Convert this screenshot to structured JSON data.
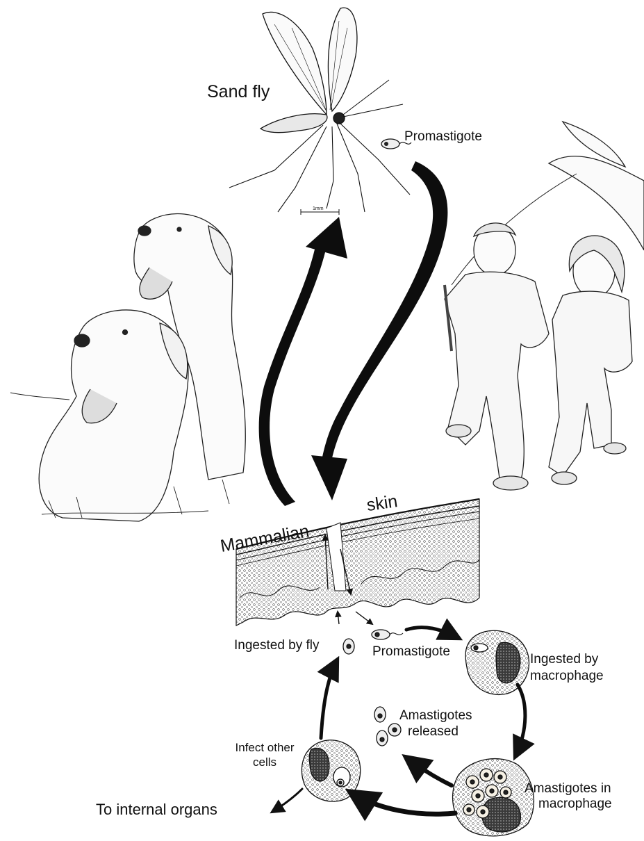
{
  "labels": {
    "sand_fly": "Sand fly",
    "promastigote_top": "Promastigote",
    "mammalian": "Mammalian",
    "skin": "skin",
    "ingested_by_fly": "Ingested by fly",
    "promastigote_bottom": "Promastigote",
    "ingested_by_macrophage_1": "Ingested by",
    "ingested_by_macrophage_2": "macrophage",
    "amastigotes_released_1": "Amastigotes",
    "amastigotes_released_2": "released",
    "infect_other_cells_1": "Infect other",
    "infect_other_cells_2": "cells",
    "amastigotes_in_macrophage_1": "Amastigotes in",
    "amastigotes_in_macrophage_2": "macrophage",
    "to_internal_organs": "To internal organs",
    "scale_bar": "1mm"
  },
  "colors": {
    "ink": "#111111",
    "arrow": "#0d0d0d",
    "skin_fill": "#f3efe3",
    "cell_fill": "#f1ece0",
    "nucleus": "#2a2a2a"
  }
}
